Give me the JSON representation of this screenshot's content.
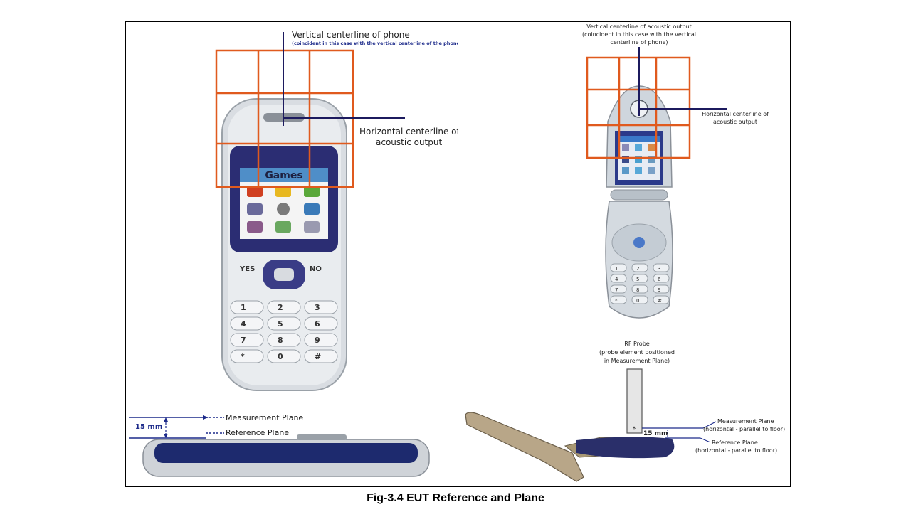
{
  "left": {
    "vertical_label": "Vertical centerline of phone",
    "vertical_note": "(coincident in this case with the vertical centerline of the phone)",
    "horizontal_label_1": "Horizontal centerline of",
    "horizontal_label_2": "acoustic output",
    "screen_title": "Games",
    "yes_label": "YES",
    "no_label": "NO",
    "keys": [
      "1",
      "2",
      "3",
      "4",
      "5",
      "6",
      "7",
      "8",
      "9",
      "*",
      "0",
      "#"
    ],
    "measurement_plane": "Measurement Plane",
    "reference_plane": "Reference Plane",
    "distance": "15 mm"
  },
  "right": {
    "vertical_label_1": "Vertical centerline of acoustic output",
    "vertical_label_2": "(coincident in this case with the vertical",
    "vertical_label_3": "centerline of phone)",
    "horizontal_label_1": "Horizontal centerline of",
    "horizontal_label_2": "acoustic output",
    "probe_label_1": "RF Probe",
    "probe_label_2": "(probe element positioned",
    "probe_label_3": "in Measurement Plane)",
    "measurement_plane": "Measurement Plane",
    "measurement_note": "(horizontal - parallel to floor)",
    "reference_plane": "Reference Plane",
    "reference_note": "(horizontal - parallel to floor)",
    "distance": "15 mm"
  },
  "caption": "Fig-3.4 EUT Reference and Plane",
  "colors": {
    "grid": "#e05a1e",
    "centerline": "#1c1a5e",
    "accent_text": "#1c2a8a"
  }
}
